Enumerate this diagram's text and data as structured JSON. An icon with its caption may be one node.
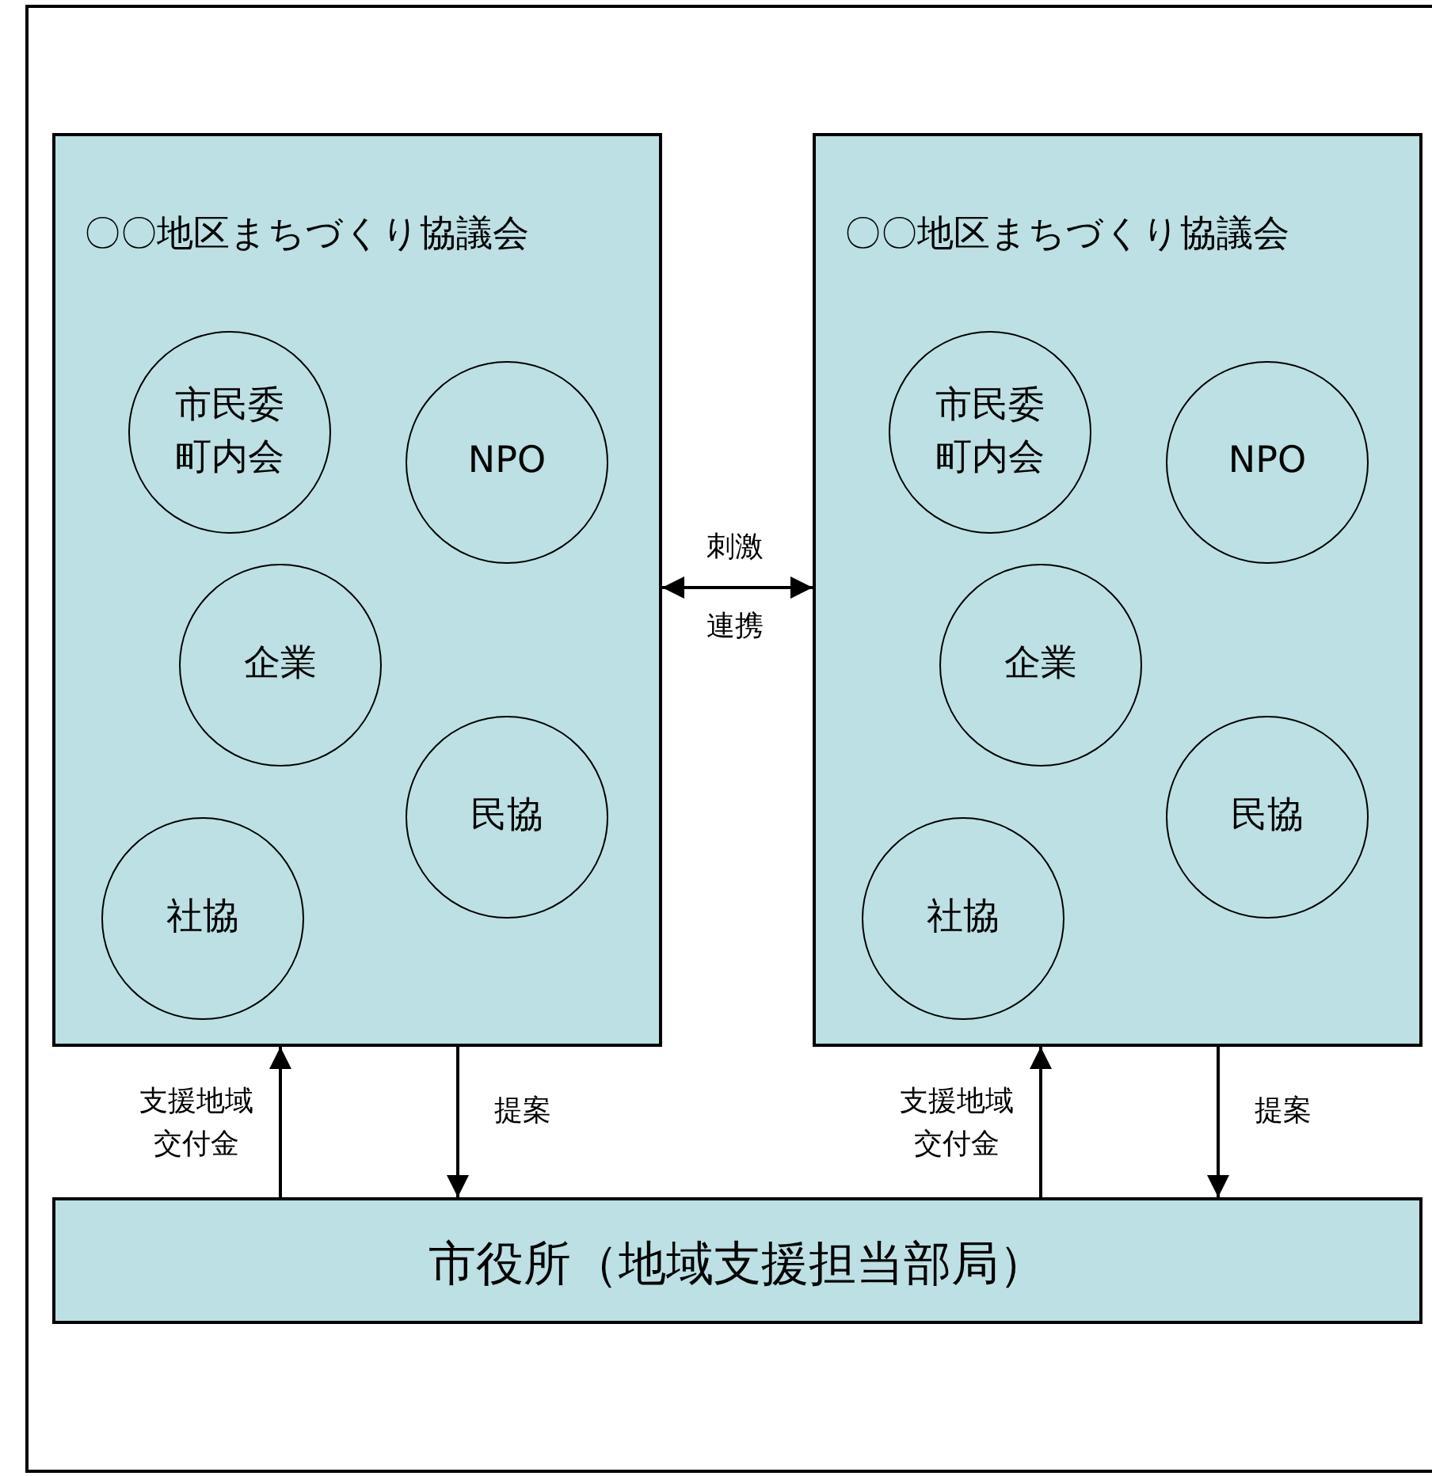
{
  "diagram": {
    "nodes": [
      {
        "text": [
          "〇〇地区まちづくり協議会"
        ]
      },
      {
        "text": [
          "市民委町内会"
        ],
        "in": 0
      },
      {
        "text": [
          "NPO"
        ],
        "in": 0
      },
      {
        "text": [
          "企業"
        ],
        "in": 0
      },
      {
        "text": [
          "民協"
        ],
        "in": 0
      },
      {
        "text": [
          "社協"
        ],
        "in": 0
      },
      {
        "text": [
          "〇〇地区まちづくり協議会"
        ]
      },
      {
        "text": [
          "市民委町内会"
        ],
        "in": 6
      },
      {
        "text": [
          "NPO"
        ],
        "in": 6
      },
      {
        "text": [
          "企業"
        ],
        "in": 6
      },
      {
        "text": [
          "民協"
        ],
        "in": 6
      },
      {
        "text": [
          "社協"
        ],
        "in": 6
      },
      {
        "text": [
          "市役所（地域支援担当部局）"
        ]
      }
    ],
    "edges": [
      {
        "from": 12,
        "to": 0,
        "arrow": "to",
        "label": "支援地域交付金"
      },
      {
        "from": 0,
        "to": 12,
        "arrow": "to",
        "label": "提案"
      },
      {
        "from": 12,
        "to": 6,
        "arrow": "to",
        "label": "支援地域交付金"
      },
      {
        "from": 6,
        "to": 12,
        "arrow": "to",
        "label": "提案"
      },
      {
        "from": 0,
        "to": 6,
        "arrow": "both",
        "label": "刺激"
      }
    ],
    "labels": [
      "連携"
    ]
  }
}
